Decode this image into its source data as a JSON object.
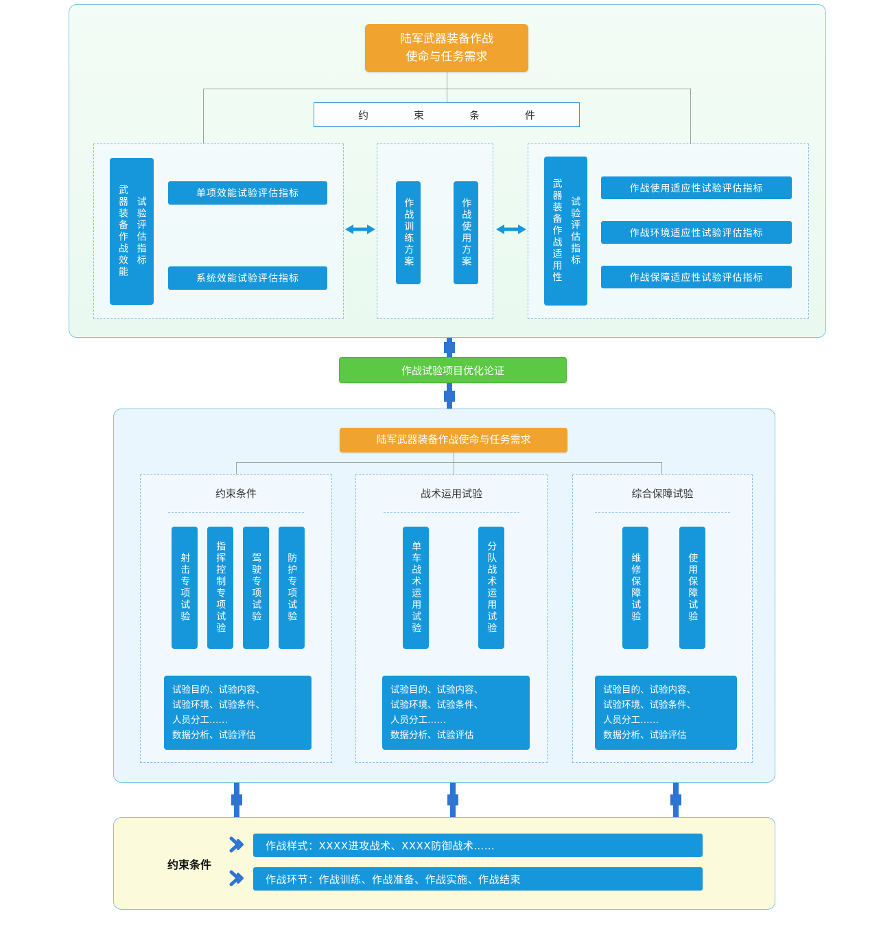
{
  "colors": {
    "blue": "#1697DC",
    "orange": "#F0A42F",
    "green": "#5CC944",
    "connector": "#2E74D4",
    "line": "#99A5A0"
  },
  "section1": {
    "root_node": "陆军武器装备作战\n使命与任务需求",
    "constraint_node": "约束条件",
    "effectiveness_panel": {
      "side_label": "武器装备作战效能\n试验评估指标",
      "items": [
        "单项效能试验评估指标",
        "系统效能试验评估指标"
      ]
    },
    "plans_panel": {
      "items": [
        "作战训练方案",
        "作战使用方案"
      ]
    },
    "suitability_panel": {
      "side_label": "武器装备作战适用性\n试验评估指标",
      "items": [
        "作战使用适应性试验评估指标",
        "作战环境适应性试验评估指标",
        "作战保障适应性试验评估指标"
      ]
    }
  },
  "optimization_node": "作战试验项目优化论证",
  "section2": {
    "root_node": "陆军武器装备作战使命与任务需求",
    "panels": [
      {
        "title": "约束条件",
        "pillars": [
          "射击专项试验",
          "指挥控制专项试验",
          "驾驶专项试验",
          "防护专项试验"
        ],
        "note": "试验目的、试验内容、\n试验环境、试验条件、\n人员分工……\n数据分析、试验评估"
      },
      {
        "title": "战术运用试验",
        "pillars": [
          "单车战术运用试验",
          "分队战术运用试验"
        ],
        "note": "试验目的、试验内容、\n试验环境、试验条件、\n人员分工……\n数据分析、试验评估"
      },
      {
        "title": "综合保障试验",
        "pillars": [
          "维修保障试验",
          "使用保障试验"
        ],
        "note": "试验目的、试验内容、\n试验环境、试验条件、\n人员分工……\n数据分析、试验评估"
      }
    ]
  },
  "section3": {
    "label": "约束条件",
    "rows": [
      "作战样式：XXXX进攻战术、XXXX防御战术……",
      "作战环节：作战训练、作战准备、作战实施、作战结束"
    ]
  }
}
